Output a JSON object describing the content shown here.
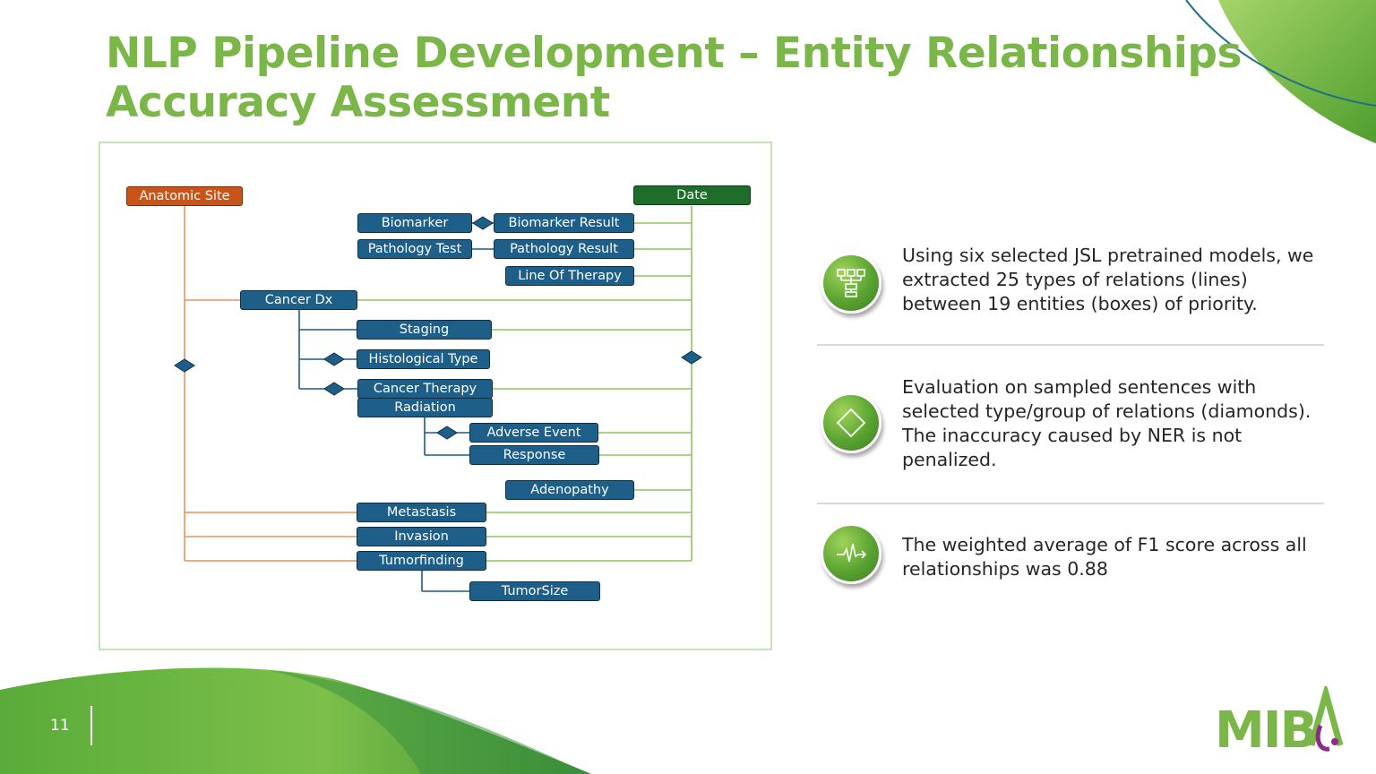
{
  "slide": {
    "title_line1": "NLP Pipeline Development – Entity Relationships",
    "title_line2": "Accuracy Assessment",
    "page_number": "11",
    "logo_text": "MIBA"
  },
  "diagram": {
    "entities": {
      "anatomic_site": "Anatomic Site",
      "date": "Date",
      "biomarker": "Biomarker",
      "biomarker_result": "Biomarker Result",
      "pathology_test": "Pathology Test",
      "pathology_result": "Pathology Result",
      "line_of_therapy": "Line Of Therapy",
      "cancer_dx": "Cancer Dx",
      "staging": "Staging",
      "histological_type": "Histological Type",
      "cancer_therapy": "Cancer Therapy",
      "radiation": "Radiation",
      "adverse_event": "Adverse Event",
      "response": "Response",
      "adenopathy": "Adenopathy",
      "metastasis": "Metastasis",
      "invasion": "Invasion",
      "tumorfinding": "Tumorfinding",
      "tumorsize": "TumorSize"
    },
    "colors": {
      "entity_blue": "#1d5f89",
      "anatomic_orange": "#c9541a",
      "date_green": "#1f6d2a",
      "line_orange": "#e9925b",
      "line_green": "#8cc65e",
      "line_blue": "#1f5c84"
    }
  },
  "points": [
    {
      "icon": "flowchart-icon",
      "text": "Using six selected JSL pretrained models, we extracted 25 types of relations (lines) between 19 entities (boxes) of priority."
    },
    {
      "icon": "diamond-icon",
      "text": "Evaluation on sampled sentences with selected type/group of relations (diamonds). The inaccuracy caused by NER is not penalized."
    },
    {
      "icon": "pulse-icon",
      "text": "The weighted average of F1 score across all relationships was 0.88"
    }
  ],
  "theme": {
    "accent_green": "#7ab648"
  }
}
